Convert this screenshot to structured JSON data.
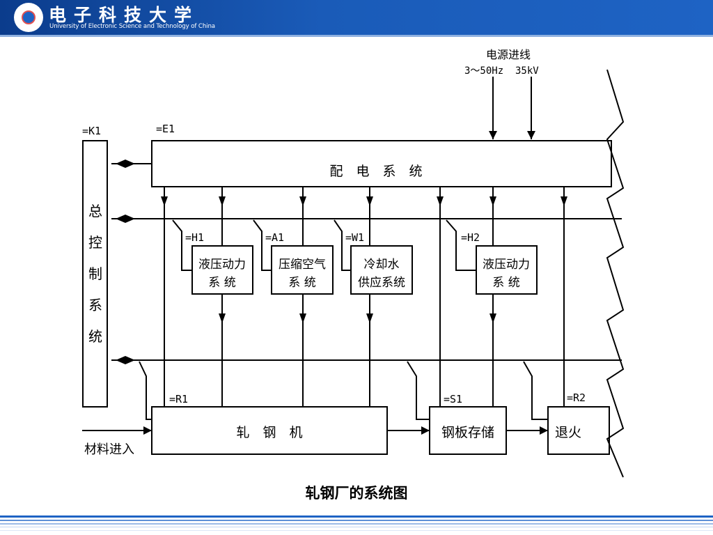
{
  "header": {
    "university_cn": "电子科技大学",
    "university_en": "University of Electronic Science and Technology of China"
  },
  "diagram": {
    "power_label": "电源进线",
    "power_freq": "3～50Hz",
    "power_voltage": "35kV",
    "tags": {
      "k1": "=K1",
      "e1": "=E1",
      "h1": "=H1",
      "a1": "=A1",
      "w1": "=W1",
      "h2": "=H2",
      "r1": "=R1",
      "s1": "=S1",
      "r2": "=R2"
    },
    "control_system": [
      "总",
      "控",
      "制",
      "系",
      "统"
    ],
    "power_distribution": "配　电　系　统",
    "subsystems": {
      "hydraulic1": [
        "液压动力",
        "系 统"
      ],
      "compressed_air": [
        "压缩空气",
        "系 统"
      ],
      "cooling_water": [
        "冷却水",
        "供应系统"
      ],
      "hydraulic2": [
        "液压动力",
        "系 统"
      ]
    },
    "rolling_mill": "轧　钢　机",
    "plate_storage": "钢板存储",
    "annealing": "退火",
    "material_input": "材料进入"
  },
  "caption": "轧钢厂的系统图",
  "colors": {
    "header_blue": "#1a5bb8",
    "footer_blue": "#1e63c4"
  }
}
